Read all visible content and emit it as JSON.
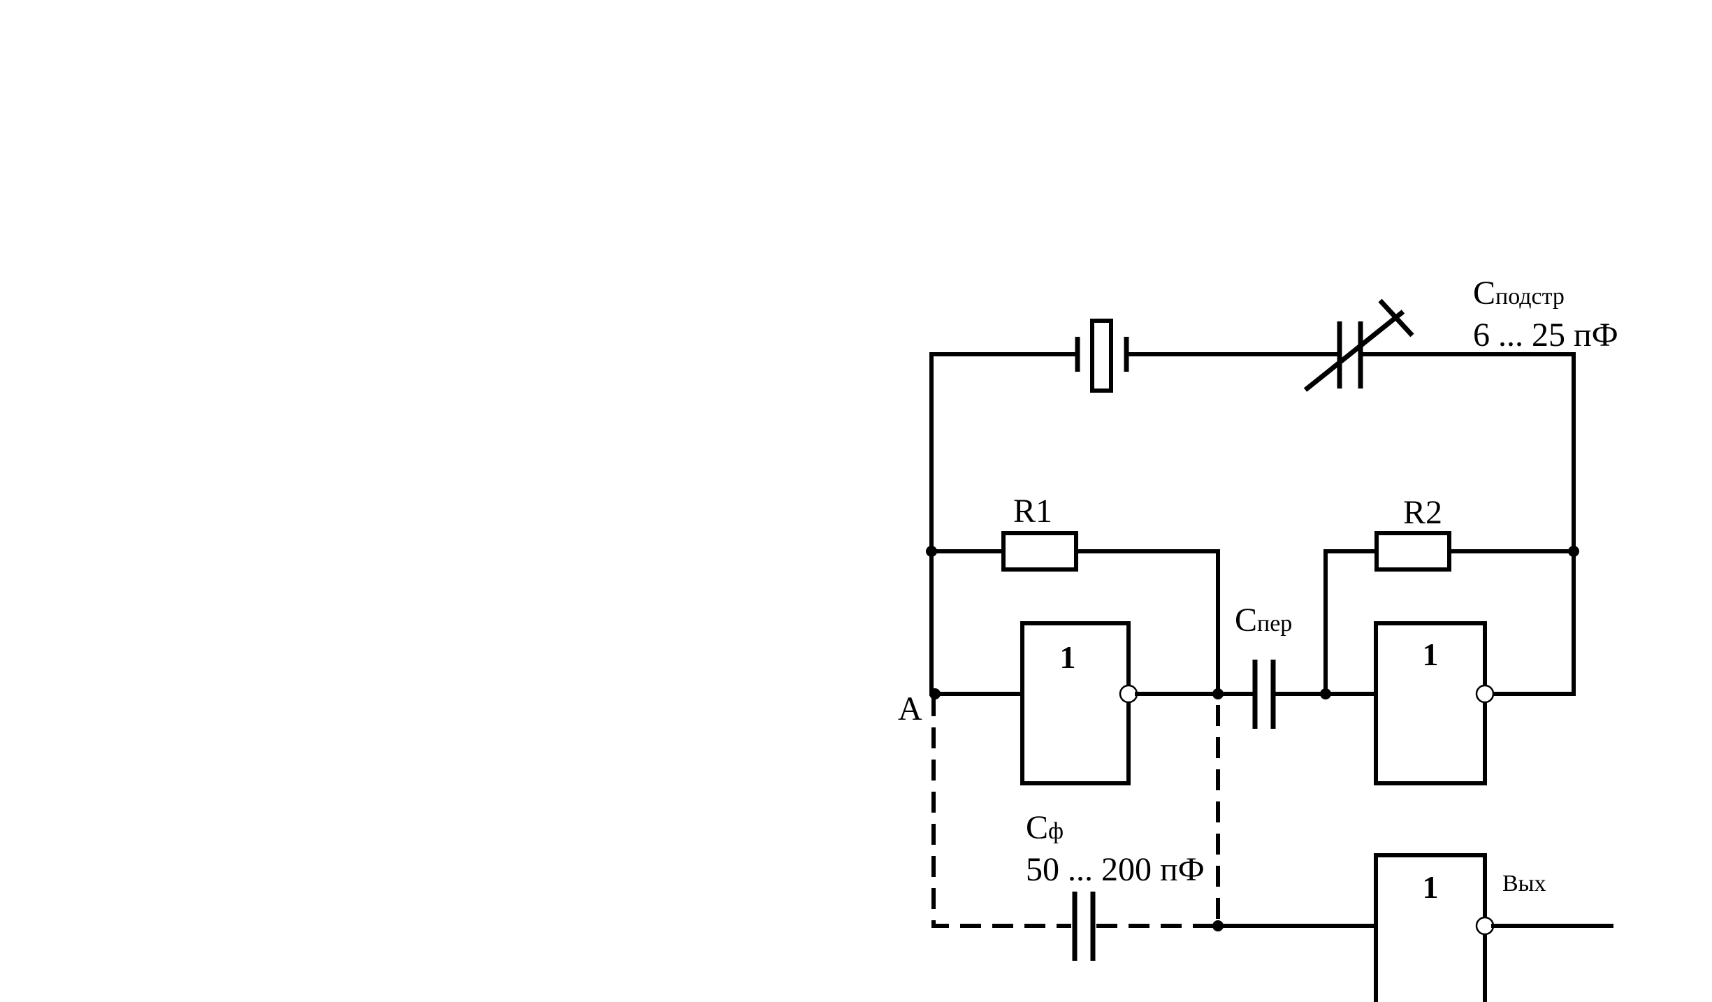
{
  "labels": {
    "c_trim_main": "C",
    "c_trim_sub": "подстр",
    "c_trim_range": "6 ... 25 пФ",
    "r1": "R1",
    "r2": "R2",
    "c_coupling_main": "C",
    "c_coupling_sub": "пер",
    "node_a": "A",
    "c_filter_main": "C",
    "c_filter_sub": "ф",
    "c_filter_range": "50 ... 200 пФ",
    "output": "Вых"
  },
  "gates": {
    "gate1": "1",
    "gate2": "1",
    "gate3": "1"
  }
}
